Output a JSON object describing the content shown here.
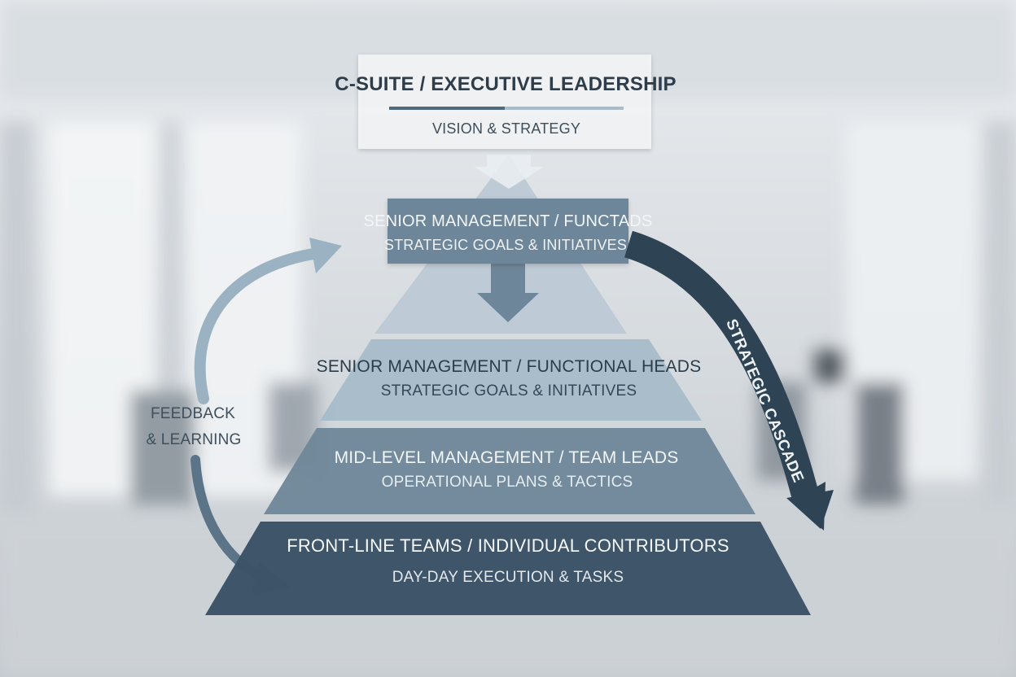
{
  "apex": {
    "title": "C-SUITE / EXECUTIVE LEADERSHIP",
    "subtitle": "VISION & STRATEGY"
  },
  "overlay_box": {
    "title": "SENIOR MANAGEMENT / FUNCTADS",
    "subtitle": "STRATEGIC GOALS & INITIATIVES"
  },
  "tiers": [
    {
      "title": "SENIOR MANAGEMENT / FUNCTIONAL HEADS",
      "subtitle": "STRATEGIC GOALS & INITIATIVES"
    },
    {
      "title": "MID-LEVEL MANAGEMENT / TEAM LEADS",
      "subtitle": "OPERATIONAL PLANS & TACTICS"
    },
    {
      "title": "FRONT-LINE TEAMS / INDIVIDUAL CONTRIBUTORS",
      "subtitle": "DAY-DAY EXECUTION & TASKS"
    }
  ],
  "feedback": {
    "line1": "FEEDBACK",
    "line2": "& LEARNING"
  },
  "cascade": {
    "label": "STRATEGIC CASCADE"
  },
  "colors": {
    "tier_top": "#b9c9d6",
    "tier_senior": "#a8bccb",
    "tier_mid": "#6f8799",
    "tier_front": "#3c5366",
    "cascade_arrow": "#2e4353",
    "feedback_arrow": "#9bb2c3"
  }
}
